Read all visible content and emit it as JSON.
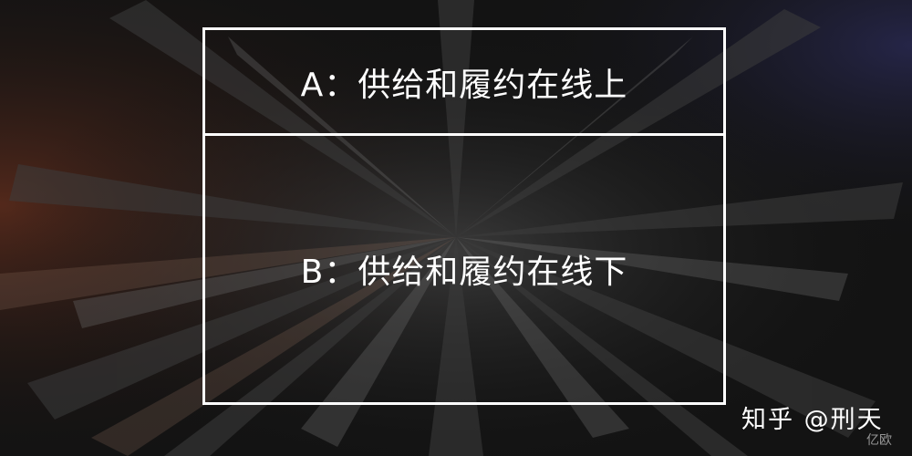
{
  "options": {
    "a_label": "A：供给和履约在线上",
    "b_label": "B：供给和履约在线下"
  },
  "watermark": {
    "text": "知乎 @刑天",
    "brand": "亿欧"
  }
}
